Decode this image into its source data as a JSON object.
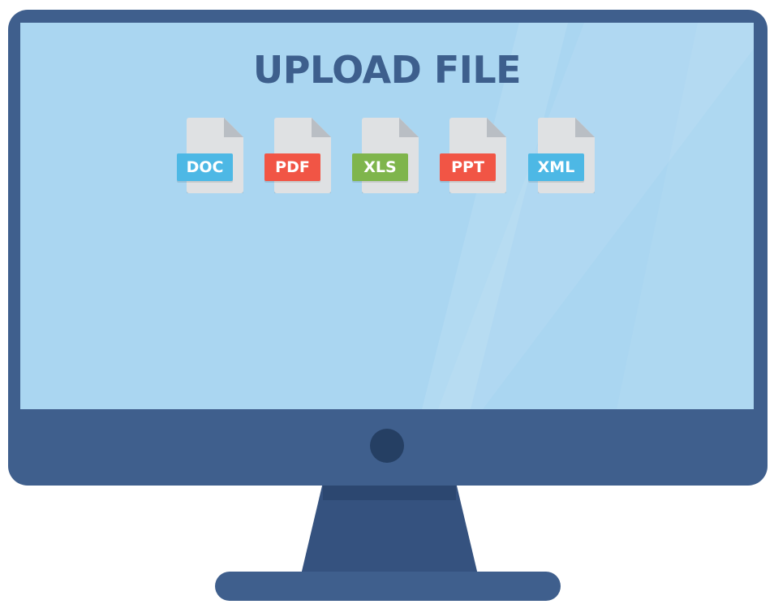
{
  "heading": {
    "title": "UPLOAD FILE"
  },
  "files": [
    {
      "label": "DOC",
      "color": "#4db8e5"
    },
    {
      "label": "PDF",
      "color": "#f15545"
    },
    {
      "label": "XLS",
      "color": "#7fb54c"
    },
    {
      "label": "PPT",
      "color": "#f15545"
    },
    {
      "label": "XML",
      "color": "#4db8e5"
    }
  ],
  "colors": {
    "frame": "#3f5f8d",
    "screen": "#aad6f1",
    "stand": "#35527f",
    "power_button": "#253f63"
  }
}
